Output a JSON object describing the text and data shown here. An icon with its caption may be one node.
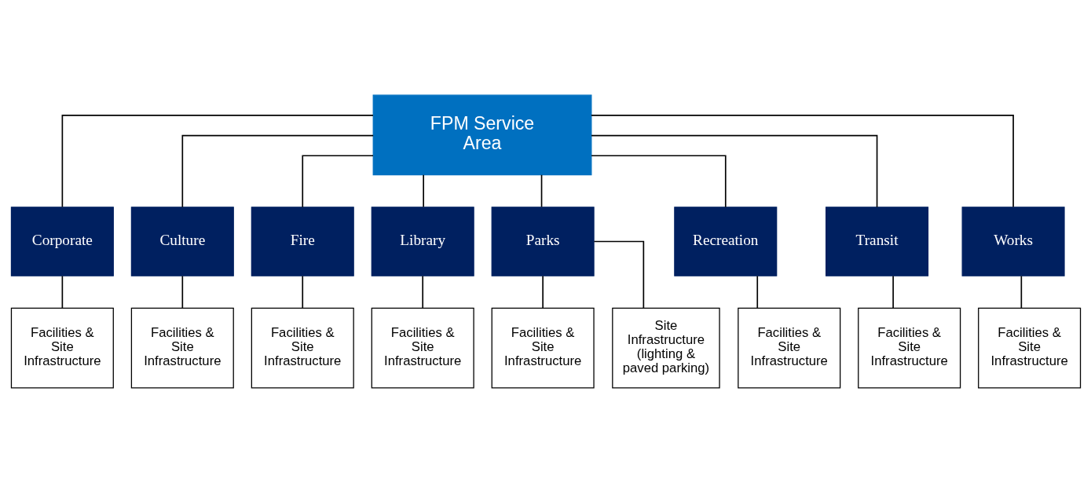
{
  "diagram": {
    "nodes": [
      {
        "text": [
          "FPM Service Area"
        ]
      },
      {
        "text": [
          "Corporate"
        ]
      },
      {
        "text": [
          "Culture"
        ]
      },
      {
        "text": [
          "Fire"
        ]
      },
      {
        "text": [
          "Library"
        ]
      },
      {
        "text": [
          "Parks"
        ]
      },
      {
        "text": [
          "Recreation"
        ]
      },
      {
        "text": [
          "Transit"
        ]
      },
      {
        "text": [
          "Works"
        ]
      },
      {
        "text": [
          "Facilities & Site Infrastructure"
        ]
      },
      {
        "text": [
          "Facilities & Site Infrastructure"
        ]
      },
      {
        "text": [
          "Facilities & Site Infrastructure"
        ]
      },
      {
        "text": [
          "Facilities & Site Infrastructure"
        ]
      },
      {
        "text": [
          "Facilities & Site Infrastructure"
        ]
      },
      {
        "text": [
          "Site Infrastructure (lighting & paved parking)"
        ]
      },
      {
        "text": [
          "Facilities & Site Infrastructure"
        ]
      },
      {
        "text": [
          "Facilities & Site Infrastructure"
        ]
      },
      {
        "text": [
          "Facilities & Site Infrastructure"
        ]
      }
    ],
    "edges": [
      {
        "from": 0,
        "to": 1,
        "arrow": "none"
      },
      {
        "from": 0,
        "to": 2,
        "arrow": "none"
      },
      {
        "from": 0,
        "to": 3,
        "arrow": "none"
      },
      {
        "from": 0,
        "to": 4,
        "arrow": "none"
      },
      {
        "from": 0,
        "to": 5,
        "arrow": "none"
      },
      {
        "from": 0,
        "to": 6,
        "arrow": "none"
      },
      {
        "from": 0,
        "to": 7,
        "arrow": "none"
      },
      {
        "from": 0,
        "to": 8,
        "arrow": "none"
      },
      {
        "from": 1,
        "to": 9,
        "arrow": "none"
      },
      {
        "from": 2,
        "to": 10,
        "arrow": "none"
      },
      {
        "from": 3,
        "to": 11,
        "arrow": "none"
      },
      {
        "from": 4,
        "to": 12,
        "arrow": "none"
      },
      {
        "from": 5,
        "to": 13,
        "arrow": "none"
      },
      {
        "from": 5,
        "to": 14,
        "arrow": "none"
      },
      {
        "from": 6,
        "to": 15,
        "arrow": "none"
      },
      {
        "from": 7,
        "to": 16,
        "arrow": "none"
      },
      {
        "from": 8,
        "to": 17,
        "arrow": "none"
      }
    ]
  }
}
